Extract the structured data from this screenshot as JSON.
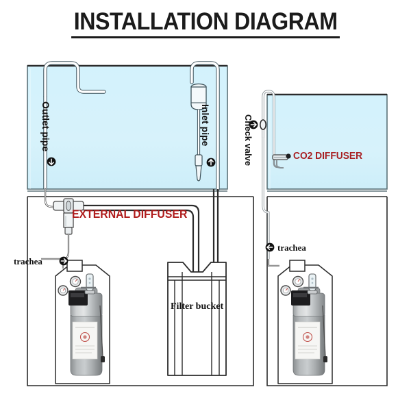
{
  "title": "INSTALLATION DIAGRAM",
  "colors": {
    "water": "#d5f3fc",
    "glass_outline": "#5a7076",
    "frame_line": "#2b2b2b",
    "label_red": "#b01c1c",
    "label_darkred": "#a81f22",
    "cylinder_body": "#b9bcbd",
    "cylinder_dark": "#8d9193",
    "text": "#111111"
  },
  "left_setup": {
    "name": "external-diffuser-setup",
    "labels": {
      "outlet_pipe": "Outlet pipe",
      "outlet_pipe_icon": "arrow-down-circle-icon",
      "inlet_pipe": "Inlet pipe",
      "inlet_pipe_icon": "arrow-up-circle-icon",
      "external_diffuser": "EXTERNAL DIFFUSER",
      "trachea": "trachea",
      "trachea_icon": "arrow-right-circle-icon",
      "filter_bucket": "Filter bucket"
    }
  },
  "right_setup": {
    "name": "in-tank-diffuser-setup",
    "labels": {
      "check_valve": "Check valve",
      "check_valve_icon": "arrow-right-circle-icon",
      "co2_diffuser": "CO2 DIFFUSER",
      "co2_diffuser_bullet": "bullet-dot-icon",
      "trachea": "trachea",
      "trachea_icon": "arrow-left-circle-icon"
    }
  },
  "components": [
    {
      "name": "aquarium-tank-left",
      "type": "glass-tank-with-water"
    },
    {
      "name": "aquarium-stand-left",
      "type": "cabinet"
    },
    {
      "name": "co2-cylinder-left",
      "type": "pressurised-co2-bottle"
    },
    {
      "name": "external-diffuser-body",
      "type": "inline-reactor"
    },
    {
      "name": "canister-filter",
      "type": "filter-bucket"
    },
    {
      "name": "surface-skimmer-inlet",
      "type": "intake-strainer"
    },
    {
      "name": "lily-outflow-pipe",
      "type": "outflow"
    },
    {
      "name": "aquarium-tank-right",
      "type": "glass-tank-with-water"
    },
    {
      "name": "aquarium-stand-right",
      "type": "cabinet"
    },
    {
      "name": "co2-cylinder-right",
      "type": "pressurised-co2-bottle"
    },
    {
      "name": "in-tank-co2-diffuser",
      "type": "ceramic-disc-diffuser"
    },
    {
      "name": "check-valve-body",
      "type": "one-way-valve"
    }
  ]
}
